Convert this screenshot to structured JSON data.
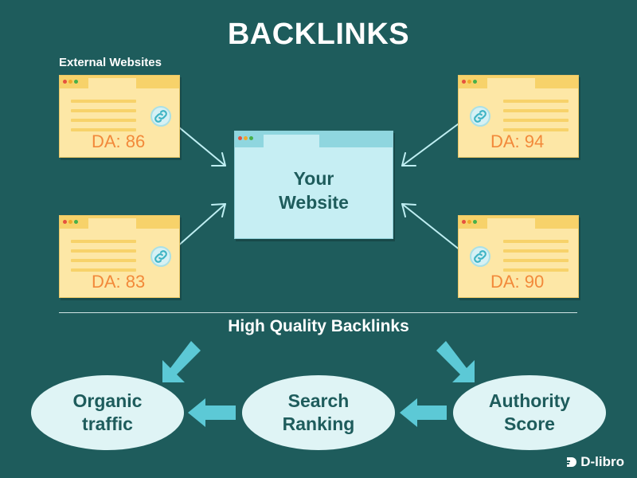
{
  "title": "BACKLINKS",
  "external_label": "External Websites",
  "external_sites": [
    {
      "da": "DA: 86"
    },
    {
      "da": "DA: 94"
    },
    {
      "da": "DA: 83"
    },
    {
      "da": "DA: 90"
    }
  ],
  "your_site": {
    "line1": "Your",
    "line2": "Website"
  },
  "quality_heading": "High Quality Backlinks",
  "outcomes": {
    "organic": {
      "line1": "Organic",
      "line2": "traffic"
    },
    "search": {
      "line1": "Search",
      "line2": "Ranking"
    },
    "authority": {
      "line1": "Authority",
      "line2": "Score"
    }
  },
  "logo": "D-libro",
  "colors": {
    "background": "#1e5c5c",
    "external_site": "#fde7a6",
    "your_site": "#c6eef3",
    "da_text": "#f2893a",
    "arrow": "#5cc9d6",
    "oval": "#dff4f5"
  }
}
